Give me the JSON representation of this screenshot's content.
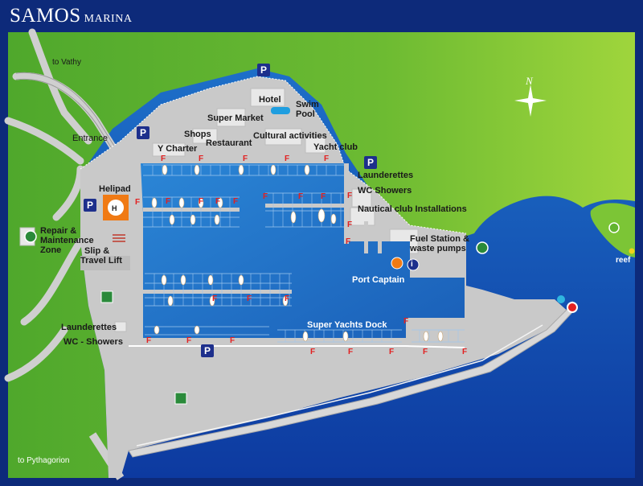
{
  "header": {
    "title_main": "SAMOS",
    "title_sub": "MARINA"
  },
  "roads": {
    "to_vathy": "to Vathy",
    "to_pythagorion": "to Pythagorion",
    "entrance": "Entrance"
  },
  "compass": {
    "north_letter": "N",
    "icon": "compass-star-icon"
  },
  "facilities": {
    "hotel": "Hotel",
    "swim_pool_line1": "Swim",
    "swim_pool_line2": "Pool",
    "super_market": "Super Market",
    "shops": "Shops",
    "restaurant": "Restaurant",
    "cultural": "Cultural activities",
    "yacht_club": "Yacht club",
    "y_charter": "Y Charter",
    "launderettes_east": "Launderettes",
    "wc_showers_east": "WC  Showers",
    "nautical_club": "Nautical club Installations",
    "fuel_station_line1": "Fuel Station &",
    "fuel_station_line2": "waste pumps",
    "port_captain": "Port Captain",
    "helipad": "Helipad",
    "helipad_mark": "H",
    "repair_line1": "Repair &",
    "repair_line2": "Maintenance",
    "repair_line3": "Zone",
    "slip_line1": "Slip &",
    "slip_line2": "Travel Lift",
    "launderettes_west": "Launderettes",
    "wc_showers_west": "WC - Showers",
    "super_yachts_dock": "Super Yachts Dock",
    "reef": "reef"
  },
  "symbols": {
    "parking": "P",
    "fuel": "F",
    "info": "i"
  },
  "colors": {
    "frame": "#0d2a7a",
    "land": "#62b42f",
    "land_light": "#8ccc3a",
    "pavement": "#c9c9c9",
    "water": "#1c66c4",
    "water_deep": "#0f3ea6",
    "parking_blue": "#1d2f8c",
    "fuel_red": "#e22020",
    "helipad_orange": "#f07a14"
  }
}
